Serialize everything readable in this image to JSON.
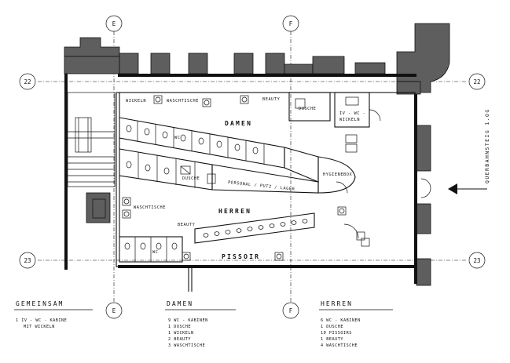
{
  "grid": {
    "axis_e": "E",
    "axis_f": "F",
    "axis_22": "22",
    "axis_23": "23"
  },
  "rooms": {
    "damen": "DAMEN",
    "herren": "HERREN",
    "pissoir": "PISSOIR",
    "personal": "PERSONAL / PUTZ / LAGER",
    "hygienebox": "HYGIENEBOX",
    "entrance": "QUERBAHNSTEIG  1.OG"
  },
  "labels": {
    "wickeln": "WICKELN",
    "waschtische_top": "WASCHTISCHE",
    "beauty_top": "BEAUTY",
    "dusche_top": "DUSCHE",
    "iv_wc_line1": "IV - WC -",
    "iv_wc_line2": "WICKELN",
    "wc_damen": "WC",
    "dusche_damen": "DUSCHE",
    "waschtische_herren": "WASCHTISCHE",
    "beauty_herren": "BEAUTY",
    "wc_herren": "WC"
  },
  "legend": {
    "gemeinsam": {
      "title": "GEMEINSAM",
      "items": [
        "1  IV - WC - KABINE",
        "MIT WICKELN"
      ]
    },
    "damen": {
      "title": "DAMEN",
      "items": [
        "9  WC - KABINEN",
        "1  DUSCHE",
        "1  WICKELN",
        "2  BEAUTY",
        "3  WASCHTISCHE"
      ]
    },
    "herren": {
      "title": "HERREN",
      "items": [
        "6  WC - KABINEN",
        "1  DUSCHE",
        "10  PISSOIRS",
        "1  BEAUTY",
        "4  WASCHTISCHE"
      ]
    }
  }
}
